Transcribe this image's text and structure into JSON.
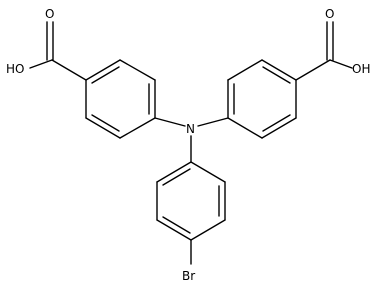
{
  "atoms": {
    "nitrogen": "N",
    "bromine": "Br",
    "carboxyl_left": "OH",
    "carboxyl_right": "OH",
    "oxygen_left": "O",
    "oxygen_right": "O",
    "hydroxyl_left_o": "O",
    "hydroxyl_left_h": "HO",
    "hydroxyl_right": "OH"
  },
  "labels": {
    "left_hydroxyl": "HO",
    "left_carbonyl": "O",
    "right_hydroxyl": "OH",
    "right_carbonyl": "O",
    "center_nitrogen": "N",
    "bottom_bromine": "Br"
  }
}
